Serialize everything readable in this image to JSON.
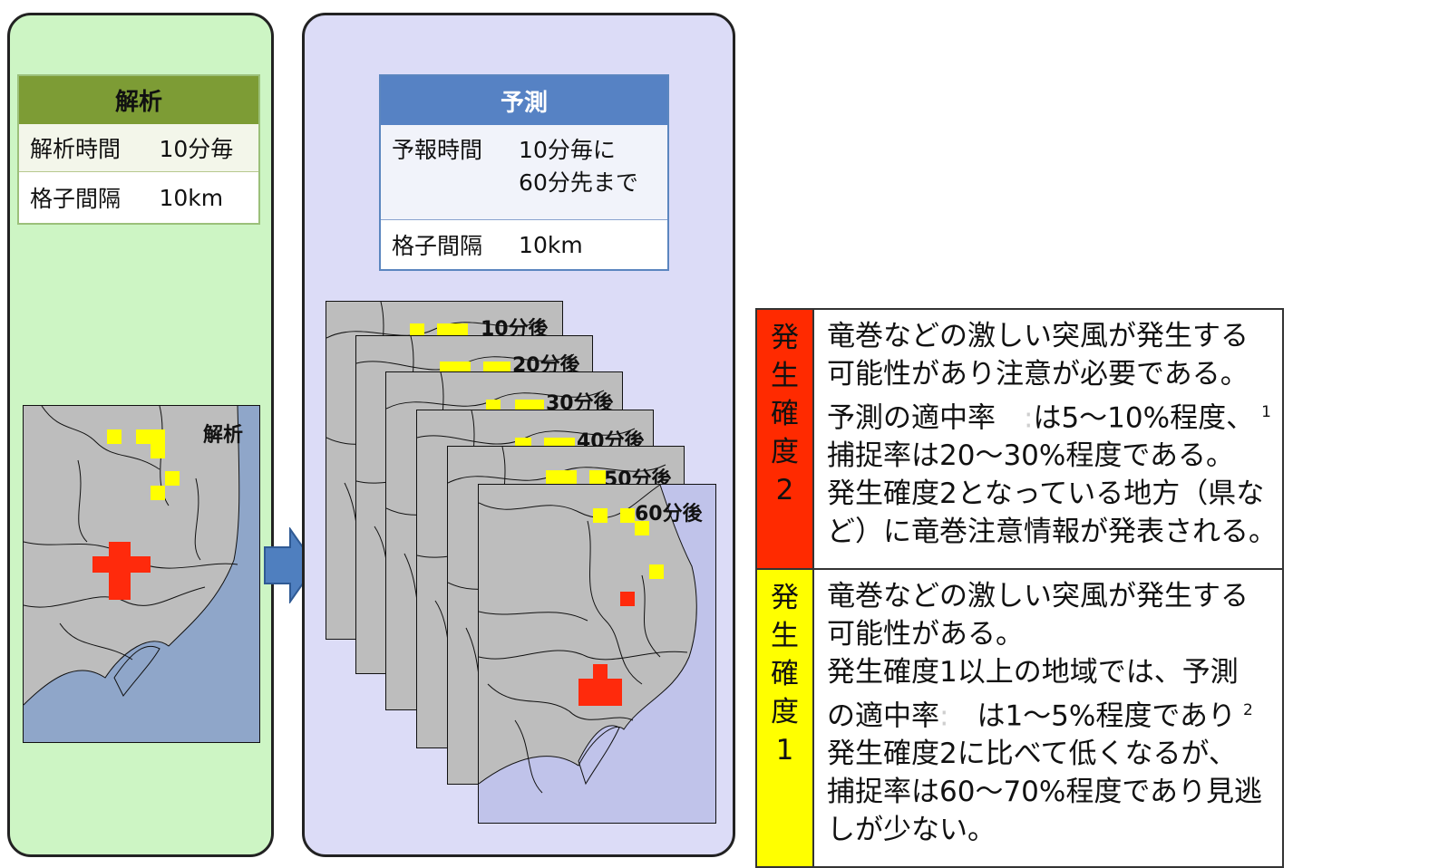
{
  "analysis": {
    "header": "解析",
    "rows": [
      {
        "label": "解析時間",
        "value": "10分毎"
      },
      {
        "label": "格子間隔",
        "value": "10km"
      }
    ],
    "map_label": "解析"
  },
  "forecast": {
    "header": "予測",
    "rows": [
      {
        "label": "予報時間",
        "value_line1": "10分毎に",
        "value_line2": "60分先まで"
      },
      {
        "label": "格子間隔",
        "value": "10km"
      }
    ],
    "map_labels": [
      "10分後",
      "20分後",
      "30分後",
      "40分後",
      "50分後",
      "60分後"
    ]
  },
  "legend": {
    "level2": {
      "title": [
        "発生",
        "確度",
        "2"
      ],
      "lines": [
        "竜巻などの激しい突風が発生する",
        "可能性があり注意が必要である。",
        "予測の適中率",
        "は5～10%程度、",
        "捕捉率は20～30%程度である。",
        "発生確度2となっている地方（県な",
        "ど）に竜巻注意情報が発表される。"
      ],
      "footnote": "1"
    },
    "level1": {
      "title": [
        "発生",
        "確度",
        "1"
      ],
      "lines": [
        "竜巻などの激しい突風が発生する",
        "可能性がある。",
        "発生確度1以上の地域では、予測",
        "の適中率",
        "は1～5%程度であり",
        "発生確度2に比べて低くなるが、",
        "捕捉率は60～70%程度であり見逃",
        "しが少ない。"
      ],
      "footnote": "2"
    }
  },
  "colors": {
    "analysis_panel": "#cdf5c4",
    "forecast_panel": "#dcdcf7",
    "level2": "#ff2a00",
    "level1": "#ffff00",
    "land": "#bdbdbd",
    "sea": "#8fa6c9",
    "arrow": "#4f7fbf"
  }
}
